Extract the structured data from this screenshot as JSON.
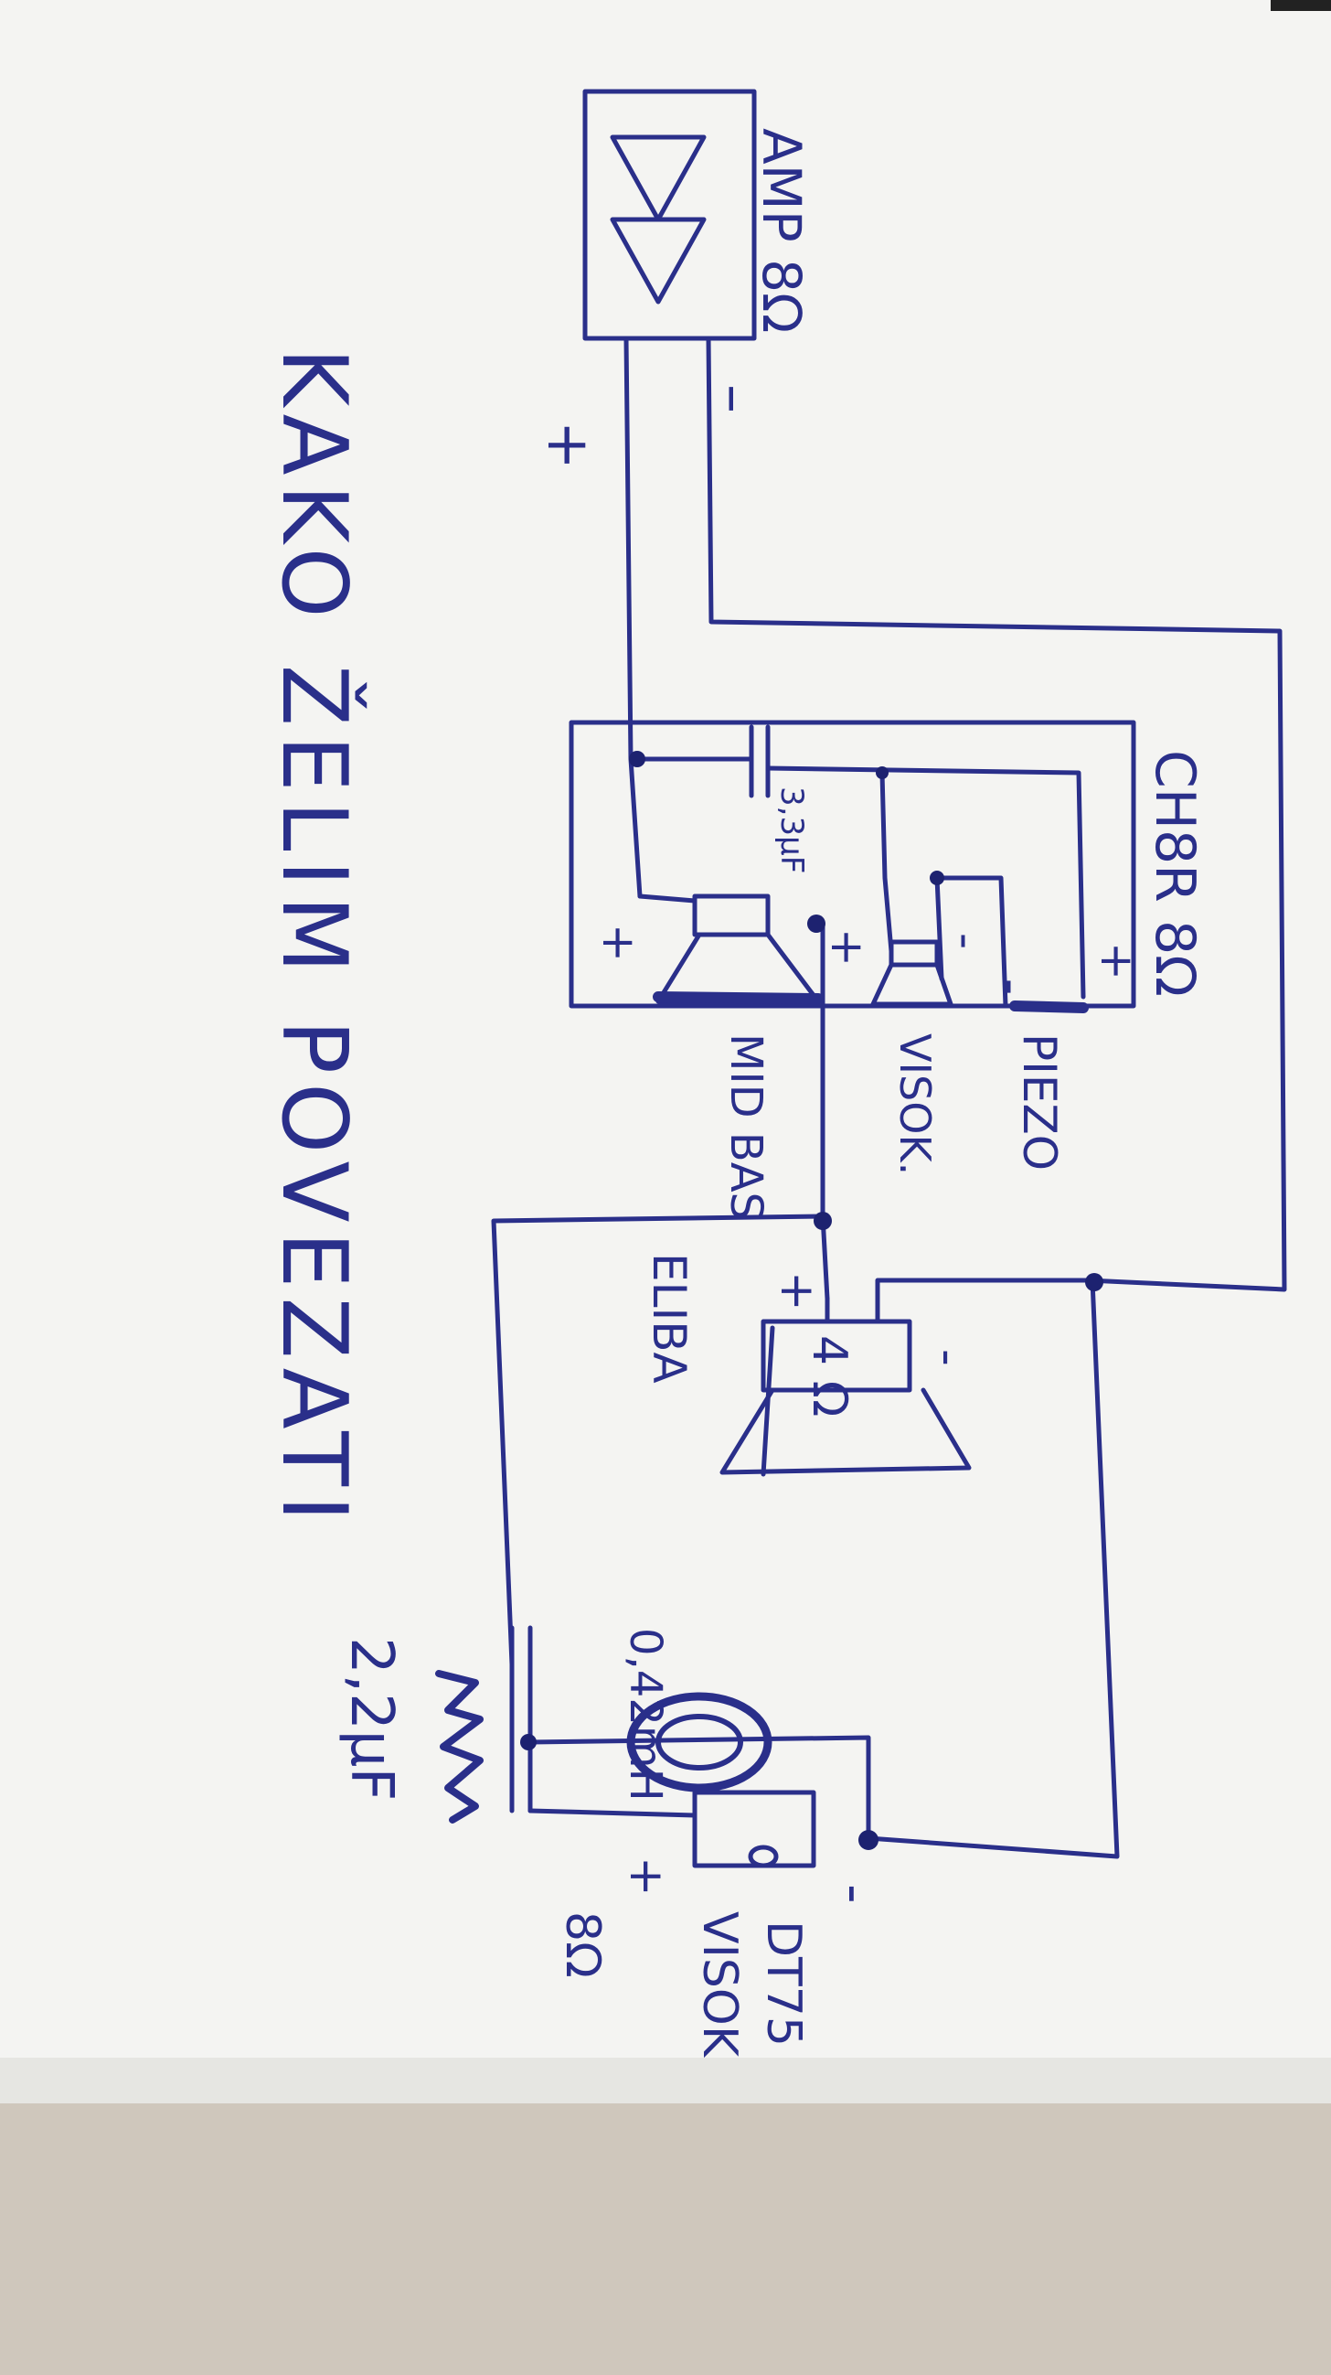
{
  "title": "KAKO ŽELIM POVEZATI",
  "colors": {
    "ink": "#2a2f8a",
    "ink_dark": "#1d2270",
    "paper": "#f4f4f2",
    "paper_shadow": "#e6e6e2",
    "background": "#cfc7bc"
  },
  "amp": {
    "label": "AMP 8Ω",
    "plus": "+",
    "minus": "–"
  },
  "cabinet": {
    "label": "CH8R 8Ω",
    "capacitor_label": "3,3µF",
    "plus_mid": "+",
    "plus_tweeter": "+",
    "minus_tweeter": "-",
    "minus_piezo": "-",
    "plus_piezo": "+",
    "mid_label": "MID BAS",
    "tweeter_label": "VISOK.",
    "piezo_label": "PIEZO"
  },
  "woofer": {
    "impedance": "4 Ω",
    "label": "ELIBA",
    "plus": "+",
    "minus": "-"
  },
  "crossover": {
    "inductor_label": "0,42mH",
    "capacitor_label": "2,2µF"
  },
  "dt": {
    "label_1": "DT75",
    "label_2": "VISOK",
    "impedance": "8Ω",
    "plus": "+",
    "minus": "-"
  }
}
